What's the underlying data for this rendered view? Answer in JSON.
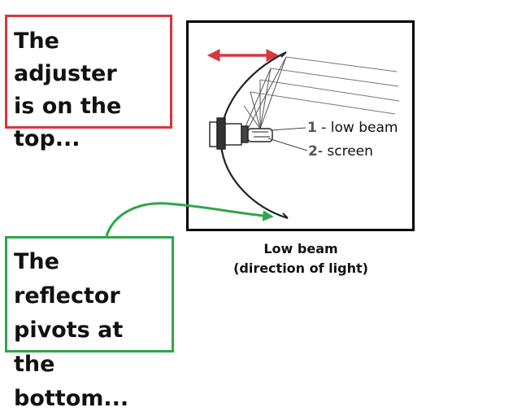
{
  "callouts": {
    "top": {
      "text": "The adjuster\nis on the\ntop...",
      "color": "#d9363e"
    },
    "bottom": {
      "text": "The reflector\npivots at the\nbottom...",
      "color": "#2ea64a"
    }
  },
  "diagram": {
    "labels": [
      {
        "number": "1",
        "text": " - low beam"
      },
      {
        "number": "2",
        "text": "- screen"
      }
    ],
    "caption": {
      "line1": "Low beam",
      "line2": "(direction of light)"
    },
    "arrows": {
      "adjuster_color": "#d9363e",
      "pivot_color": "#2ea64a"
    }
  }
}
